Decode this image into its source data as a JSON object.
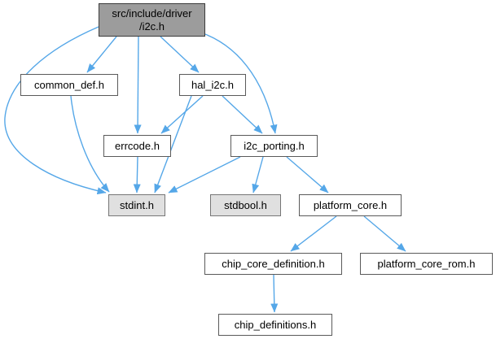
{
  "diagram": {
    "kind": "include-dependency-graph",
    "root_file": "src/include/driver/i2c.h",
    "edge_color": "#55A7E8",
    "colors": {
      "root_fill": "#9c9c9c",
      "root_border": "#3c3c3c",
      "node_fill": "#ffffff",
      "node_border": "#5a5a5a",
      "leaf_fill": "#e0e0e0",
      "leaf_border": "#767676",
      "text": "#000000"
    },
    "nodes": [
      {
        "id": "i2c",
        "label": "src/include/driver\n/i2c.h",
        "kind": "root"
      },
      {
        "id": "common_def",
        "label": "common_def.h",
        "kind": "file"
      },
      {
        "id": "hal_i2c",
        "label": "hal_i2c.h",
        "kind": "file"
      },
      {
        "id": "errcode",
        "label": "errcode.h",
        "kind": "file"
      },
      {
        "id": "i2c_porting",
        "label": "i2c_porting.h",
        "kind": "file"
      },
      {
        "id": "stdint",
        "label": "stdint.h",
        "kind": "system"
      },
      {
        "id": "stdbool",
        "label": "stdbool.h",
        "kind": "system"
      },
      {
        "id": "platform_core",
        "label": "platform_core.h",
        "kind": "file"
      },
      {
        "id": "chip_core_definition",
        "label": "chip_core_definition.h",
        "kind": "file"
      },
      {
        "id": "platform_core_rom",
        "label": "platform_core_rom.h",
        "kind": "file"
      },
      {
        "id": "chip_definitions",
        "label": "chip_definitions.h",
        "kind": "file"
      }
    ],
    "edges": [
      {
        "from": "i2c",
        "to": "common_def"
      },
      {
        "from": "i2c",
        "to": "hal_i2c"
      },
      {
        "from": "i2c",
        "to": "errcode"
      },
      {
        "from": "i2c",
        "to": "stdint"
      },
      {
        "from": "i2c",
        "to": "i2c_porting"
      },
      {
        "from": "common_def",
        "to": "stdint"
      },
      {
        "from": "hal_i2c",
        "to": "errcode"
      },
      {
        "from": "hal_i2c",
        "to": "stdint"
      },
      {
        "from": "hal_i2c",
        "to": "i2c_porting"
      },
      {
        "from": "errcode",
        "to": "stdint"
      },
      {
        "from": "i2c_porting",
        "to": "stdint"
      },
      {
        "from": "i2c_porting",
        "to": "stdbool"
      },
      {
        "from": "i2c_porting",
        "to": "platform_core"
      },
      {
        "from": "platform_core",
        "to": "chip_core_definition"
      },
      {
        "from": "platform_core",
        "to": "platform_core_rom"
      },
      {
        "from": "chip_core_definition",
        "to": "chip_definitions"
      }
    ]
  }
}
